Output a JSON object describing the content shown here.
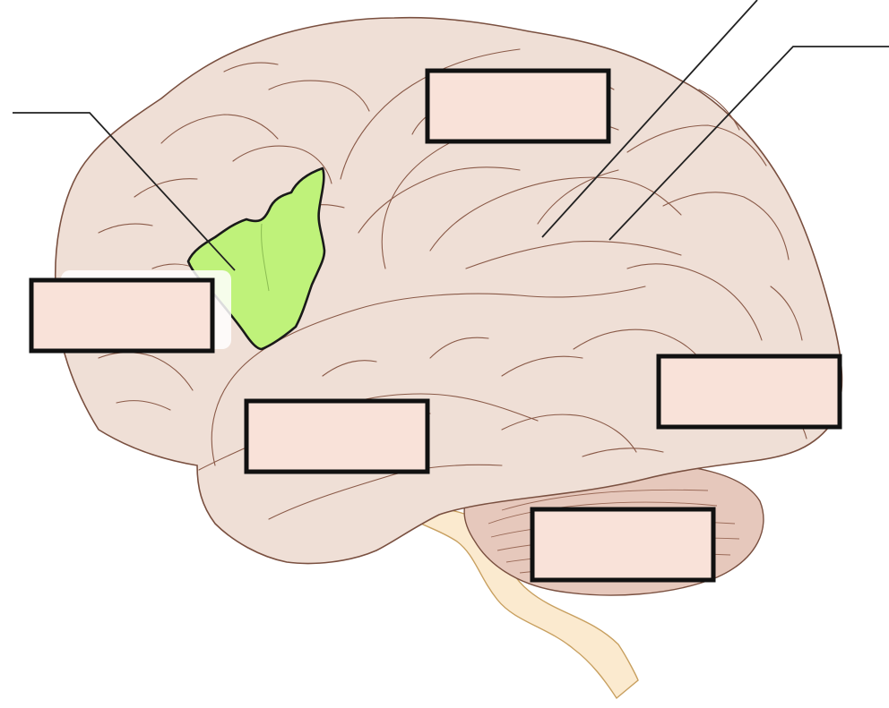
{
  "colors": {
    "background": "#ffffff",
    "brain_fill": "#efdfd6",
    "brain_outline": "#7a5040",
    "gyri_line": "#8a5a48",
    "highlight_fill": "#bff27a",
    "highlight_outline": "#1a1a1a",
    "brainstem_fill": "#fbeacf",
    "brainstem_outline": "#c8a060",
    "cerebellum_fill": "#e6c8bc",
    "cerebellum_line": "#9a6a58",
    "label_box_fill": "#f9e2d9",
    "label_box_border": "#111111",
    "leader_line": "#222222",
    "faded_tag": "#ffffff"
  },
  "label_boxes": [
    {
      "id": "left-box",
      "text": ""
    },
    {
      "id": "top-box",
      "text": ""
    },
    {
      "id": "center-box",
      "text": ""
    },
    {
      "id": "right-box",
      "text": ""
    },
    {
      "id": "cerebellum-box",
      "text": ""
    }
  ],
  "leader_lines": [
    {
      "id": "left-pointer",
      "target": "highlighted-region"
    },
    {
      "id": "top-right-pointer-1",
      "target": "parietal-area"
    },
    {
      "id": "top-right-pointer-2",
      "target": "parietal-area"
    }
  ]
}
